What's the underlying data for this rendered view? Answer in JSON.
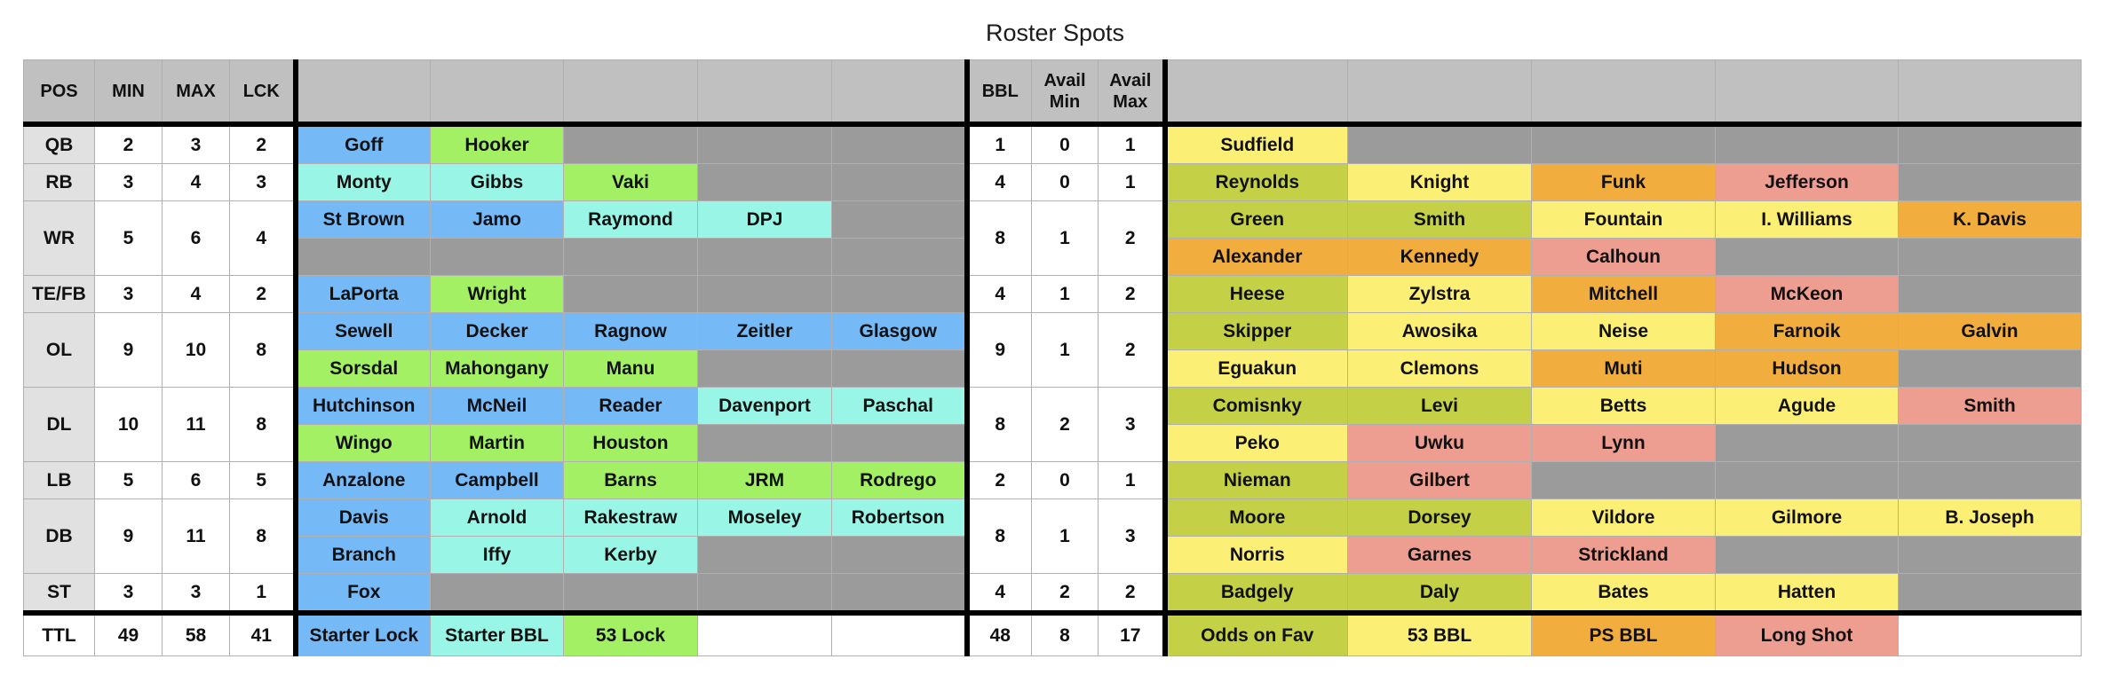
{
  "title": "Roster Spots",
  "headers": {
    "pos": "POS",
    "min": "MIN",
    "max": "MAX",
    "lck": "LCK",
    "bbl": "BBL",
    "avail_min": "Avail Min",
    "avail_max": "Avail Max"
  },
  "rows": [
    {
      "pos": "QB",
      "min": "2",
      "max": "3",
      "lck": "2",
      "bbl": "1",
      "avail_min": "0",
      "avail_max": "1",
      "lines": [
        {
          "left": [
            {
              "name": "Goff",
              "tier": "starter_lock"
            },
            {
              "name": "Hooker",
              "tier": "lock_53"
            },
            {
              "name": "",
              "tier": "empty"
            },
            {
              "name": "",
              "tier": "empty"
            },
            {
              "name": "",
              "tier": "empty"
            }
          ],
          "right": [
            {
              "name": "Sudfield",
              "tier": "bbl_53"
            },
            {
              "name": "",
              "tier": "empty"
            },
            {
              "name": "",
              "tier": "empty"
            },
            {
              "name": "",
              "tier": "empty"
            },
            {
              "name": "",
              "tier": "empty"
            }
          ]
        }
      ]
    },
    {
      "pos": "RB",
      "min": "3",
      "max": "4",
      "lck": "3",
      "bbl": "4",
      "avail_min": "0",
      "avail_max": "1",
      "lines": [
        {
          "left": [
            {
              "name": "Monty",
              "tier": "starter_bbl"
            },
            {
              "name": "Gibbs",
              "tier": "starter_bbl"
            },
            {
              "name": "Vaki",
              "tier": "lock_53"
            },
            {
              "name": "",
              "tier": "empty"
            },
            {
              "name": "",
              "tier": "empty"
            }
          ],
          "right": [
            {
              "name": "Reynolds",
              "tier": "odds_on_fav"
            },
            {
              "name": "Knight",
              "tier": "bbl_53"
            },
            {
              "name": "Funk",
              "tier": "ps_bbl"
            },
            {
              "name": "Jefferson",
              "tier": "long_shot"
            },
            {
              "name": "",
              "tier": "empty"
            }
          ]
        }
      ]
    },
    {
      "pos": "WR",
      "min": "5",
      "max": "6",
      "lck": "4",
      "bbl": "8",
      "avail_min": "1",
      "avail_max": "2",
      "lines": [
        {
          "left": [
            {
              "name": "St Brown",
              "tier": "starter_lock"
            },
            {
              "name": "Jamo",
              "tier": "starter_lock"
            },
            {
              "name": "Raymond",
              "tier": "starter_bbl"
            },
            {
              "name": "DPJ",
              "tier": "starter_bbl"
            },
            {
              "name": "",
              "tier": "empty"
            }
          ],
          "right": [
            {
              "name": "Green",
              "tier": "odds_on_fav"
            },
            {
              "name": "Smith",
              "tier": "odds_on_fav"
            },
            {
              "name": "Fountain",
              "tier": "bbl_53"
            },
            {
              "name": "I. Williams",
              "tier": "bbl_53"
            },
            {
              "name": "K. Davis",
              "tier": "ps_bbl"
            }
          ]
        },
        {
          "left": [
            {
              "name": "",
              "tier": "empty"
            },
            {
              "name": "",
              "tier": "empty"
            },
            {
              "name": "",
              "tier": "empty"
            },
            {
              "name": "",
              "tier": "empty"
            },
            {
              "name": "",
              "tier": "empty"
            }
          ],
          "right": [
            {
              "name": "Alexander",
              "tier": "ps_bbl"
            },
            {
              "name": "Kennedy",
              "tier": "ps_bbl"
            },
            {
              "name": "Calhoun",
              "tier": "long_shot"
            },
            {
              "name": "",
              "tier": "empty"
            },
            {
              "name": "",
              "tier": "empty"
            }
          ]
        }
      ]
    },
    {
      "pos": "TE/FB",
      "min": "3",
      "max": "4",
      "lck": "2",
      "bbl": "4",
      "avail_min": "1",
      "avail_max": "2",
      "lines": [
        {
          "left": [
            {
              "name": "LaPorta",
              "tier": "starter_lock"
            },
            {
              "name": "Wright",
              "tier": "lock_53"
            },
            {
              "name": "",
              "tier": "empty"
            },
            {
              "name": "",
              "tier": "empty"
            },
            {
              "name": "",
              "tier": "empty"
            }
          ],
          "right": [
            {
              "name": "Heese",
              "tier": "odds_on_fav"
            },
            {
              "name": "Zylstra",
              "tier": "bbl_53"
            },
            {
              "name": "Mitchell",
              "tier": "ps_bbl"
            },
            {
              "name": "McKeon",
              "tier": "long_shot"
            },
            {
              "name": "",
              "tier": "empty"
            }
          ]
        }
      ]
    },
    {
      "pos": "OL",
      "min": "9",
      "max": "10",
      "lck": "8",
      "bbl": "9",
      "avail_min": "1",
      "avail_max": "2",
      "lines": [
        {
          "left": [
            {
              "name": "Sewell",
              "tier": "starter_lock"
            },
            {
              "name": "Decker",
              "tier": "starter_lock"
            },
            {
              "name": "Ragnow",
              "tier": "starter_lock"
            },
            {
              "name": "Zeitler",
              "tier": "starter_lock"
            },
            {
              "name": "Glasgow",
              "tier": "starter_lock"
            }
          ],
          "right": [
            {
              "name": "Skipper",
              "tier": "odds_on_fav"
            },
            {
              "name": "Awosika",
              "tier": "bbl_53"
            },
            {
              "name": "Neise",
              "tier": "bbl_53"
            },
            {
              "name": "Farnoik",
              "tier": "ps_bbl"
            },
            {
              "name": "Galvin",
              "tier": "ps_bbl"
            }
          ]
        },
        {
          "left": [
            {
              "name": "Sorsdal",
              "tier": "lock_53"
            },
            {
              "name": "Mahongany",
              "tier": "lock_53"
            },
            {
              "name": "Manu",
              "tier": "lock_53"
            },
            {
              "name": "",
              "tier": "empty"
            },
            {
              "name": "",
              "tier": "empty"
            }
          ],
          "right": [
            {
              "name": "Eguakun",
              "tier": "bbl_53"
            },
            {
              "name": "Clemons",
              "tier": "bbl_53"
            },
            {
              "name": "Muti",
              "tier": "ps_bbl"
            },
            {
              "name": "Hudson",
              "tier": "ps_bbl"
            },
            {
              "name": "",
              "tier": "empty"
            }
          ]
        }
      ]
    },
    {
      "pos": "DL",
      "min": "10",
      "max": "11",
      "lck": "8",
      "bbl": "8",
      "avail_min": "2",
      "avail_max": "3",
      "lines": [
        {
          "left": [
            {
              "name": "Hutchinson",
              "tier": "starter_lock"
            },
            {
              "name": "McNeil",
              "tier": "starter_lock"
            },
            {
              "name": "Reader",
              "tier": "starter_lock"
            },
            {
              "name": "Davenport",
              "tier": "starter_bbl"
            },
            {
              "name": "Paschal",
              "tier": "starter_bbl"
            }
          ],
          "right": [
            {
              "name": "Comisnky",
              "tier": "odds_on_fav"
            },
            {
              "name": "Levi",
              "tier": "odds_on_fav"
            },
            {
              "name": "Betts",
              "tier": "bbl_53"
            },
            {
              "name": "Agude",
              "tier": "bbl_53"
            },
            {
              "name": "Smith",
              "tier": "long_shot"
            }
          ]
        },
        {
          "left": [
            {
              "name": "Wingo",
              "tier": "lock_53"
            },
            {
              "name": "Martin",
              "tier": "lock_53"
            },
            {
              "name": "Houston",
              "tier": "lock_53"
            },
            {
              "name": "",
              "tier": "empty"
            },
            {
              "name": "",
              "tier": "empty"
            }
          ],
          "right": [
            {
              "name": "Peko",
              "tier": "bbl_53"
            },
            {
              "name": "Uwku",
              "tier": "long_shot"
            },
            {
              "name": "Lynn",
              "tier": "long_shot"
            },
            {
              "name": "",
              "tier": "empty"
            },
            {
              "name": "",
              "tier": "empty"
            }
          ]
        }
      ]
    },
    {
      "pos": "LB",
      "min": "5",
      "max": "6",
      "lck": "5",
      "bbl": "2",
      "avail_min": "0",
      "avail_max": "1",
      "lines": [
        {
          "left": [
            {
              "name": "Anzalone",
              "tier": "starter_lock"
            },
            {
              "name": "Campbell",
              "tier": "starter_lock"
            },
            {
              "name": "Barns",
              "tier": "lock_53"
            },
            {
              "name": "JRM",
              "tier": "lock_53"
            },
            {
              "name": "Rodrego",
              "tier": "lock_53"
            }
          ],
          "right": [
            {
              "name": "Nieman",
              "tier": "odds_on_fav"
            },
            {
              "name": "Gilbert",
              "tier": "long_shot"
            },
            {
              "name": "",
              "tier": "empty"
            },
            {
              "name": "",
              "tier": "empty"
            },
            {
              "name": "",
              "tier": "empty"
            }
          ]
        }
      ]
    },
    {
      "pos": "DB",
      "min": "9",
      "max": "11",
      "lck": "8",
      "bbl": "8",
      "avail_min": "1",
      "avail_max": "3",
      "lines": [
        {
          "left": [
            {
              "name": "Davis",
              "tier": "starter_lock"
            },
            {
              "name": "Arnold",
              "tier": "starter_bbl"
            },
            {
              "name": "Rakestraw",
              "tier": "starter_bbl"
            },
            {
              "name": "Moseley",
              "tier": "starter_bbl"
            },
            {
              "name": "Robertson",
              "tier": "starter_bbl"
            }
          ],
          "right": [
            {
              "name": "Moore",
              "tier": "odds_on_fav"
            },
            {
              "name": "Dorsey",
              "tier": "odds_on_fav"
            },
            {
              "name": "Vildore",
              "tier": "bbl_53"
            },
            {
              "name": "Gilmore",
              "tier": "bbl_53"
            },
            {
              "name": "B. Joseph",
              "tier": "bbl_53"
            }
          ]
        },
        {
          "left": [
            {
              "name": "Branch",
              "tier": "starter_lock"
            },
            {
              "name": "Iffy",
              "tier": "starter_bbl"
            },
            {
              "name": "Kerby",
              "tier": "starter_bbl"
            },
            {
              "name": "",
              "tier": "empty"
            },
            {
              "name": "",
              "tier": "empty"
            }
          ],
          "right": [
            {
              "name": "Norris",
              "tier": "bbl_53"
            },
            {
              "name": "Garnes",
              "tier": "long_shot"
            },
            {
              "name": "Strickland",
              "tier": "long_shot"
            },
            {
              "name": "",
              "tier": "empty"
            },
            {
              "name": "",
              "tier": "empty"
            }
          ]
        }
      ]
    },
    {
      "pos": "ST",
      "min": "3",
      "max": "3",
      "lck": "1",
      "bbl": "4",
      "avail_min": "2",
      "avail_max": "2",
      "lines": [
        {
          "left": [
            {
              "name": "Fox",
              "tier": "starter_lock"
            },
            {
              "name": "",
              "tier": "empty"
            },
            {
              "name": "",
              "tier": "empty"
            },
            {
              "name": "",
              "tier": "empty"
            },
            {
              "name": "",
              "tier": "empty"
            }
          ],
          "right": [
            {
              "name": "Badgely",
              "tier": "odds_on_fav"
            },
            {
              "name": "Daly",
              "tier": "odds_on_fav"
            },
            {
              "name": "Bates",
              "tier": "bbl_53"
            },
            {
              "name": "Hatten",
              "tier": "bbl_53"
            },
            {
              "name": "",
              "tier": "empty"
            }
          ]
        }
      ]
    }
  ],
  "totals": {
    "label": "TTL",
    "min": "49",
    "max": "58",
    "lck": "41",
    "bbl": "48",
    "avail_min": "8",
    "avail_max": "17"
  },
  "legend_left": [
    {
      "label": "Starter Lock",
      "tier": "starter_lock"
    },
    {
      "label": "Starter BBL",
      "tier": "starter_bbl"
    },
    {
      "label": "53 Lock",
      "tier": "lock_53"
    },
    {
      "label": "",
      "tier": "blank"
    },
    {
      "label": "",
      "tier": "blank"
    }
  ],
  "legend_right": [
    {
      "label": "Odds on Fav",
      "tier": "odds_on_fav"
    },
    {
      "label": "53 BBL",
      "tier": "bbl_53"
    },
    {
      "label": "PS BBL",
      "tier": "ps_bbl"
    },
    {
      "label": "Long Shot",
      "tier": "long_shot"
    },
    {
      "label": "",
      "tier": "blank"
    }
  ],
  "tier_colors": {
    "starter_lock": "#76b9f7",
    "starter_bbl": "#99f6e6",
    "lock_53": "#a4f065",
    "odds_on_fav": "#c4d046",
    "bbl_53": "#fcef75",
    "ps_bbl": "#f1ad3d",
    "long_shot": "#ee9d91",
    "empty": "#9b9b9b"
  }
}
